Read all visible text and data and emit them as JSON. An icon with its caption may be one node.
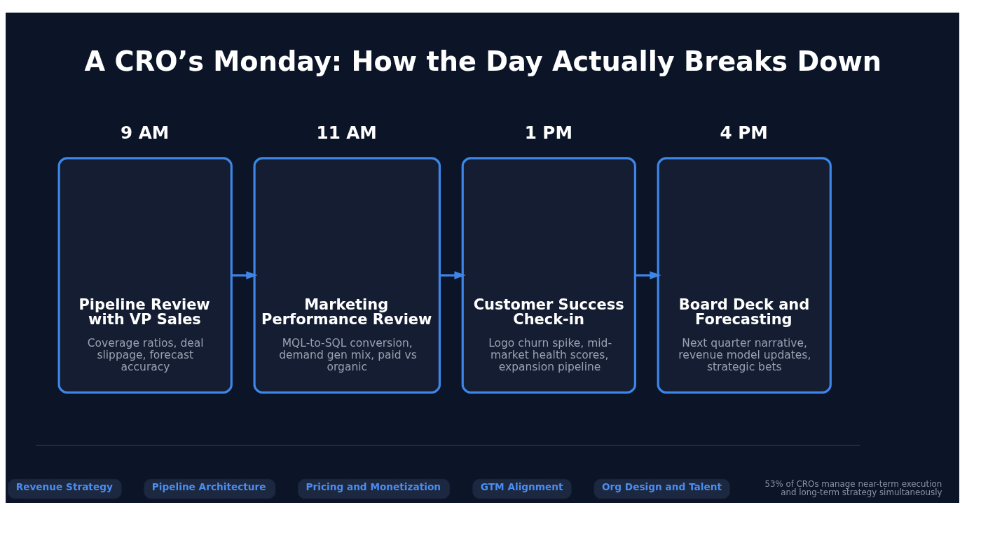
{
  "diagram": {
    "title": "A CRO’s Monday: How the Day Actually Breaks Down",
    "nodes": [
      {
        "text": [
          "Pipeline Review with VP Sales",
          "Coverage ratios, deal slippage, forecast accuracy"
        ],
        "beside": [
          "9 AM"
        ]
      },
      {
        "text": [
          "Marketing Performance Review",
          "MQL-to-SQL conversion, demand gen mix, paid vs organic"
        ],
        "beside": [
          "11 AM"
        ]
      },
      {
        "text": [
          "Customer Success Check-in",
          "Logo churn spike, mid-market health scores, expansion pipeline"
        ],
        "beside": [
          "1 PM"
        ]
      },
      {
        "text": [
          "Board Deck and Forecasting",
          "Next quarter narrative, revenue model updates, strategic bets"
        ],
        "beside": [
          "4 PM"
        ]
      },
      {
        "text": [
          "Revenue Strategy"
        ]
      },
      {
        "text": [
          "Pipeline Architecture"
        ]
      },
      {
        "text": [
          "Pricing and Monetization"
        ]
      },
      {
        "text": [
          "GTM Alignment"
        ]
      },
      {
        "text": [
          "Org Design and Talent"
        ]
      }
    ],
    "edges": [
      {
        "from": 0,
        "to": 1,
        "arrow": "to"
      },
      {
        "from": 1,
        "to": 2,
        "arrow": "to"
      },
      {
        "from": 2,
        "to": 3,
        "arrow": "to"
      }
    ],
    "labels": [
      "53% of CROs manage near-term execution and long-term strategy simultaneously"
    ]
  }
}
